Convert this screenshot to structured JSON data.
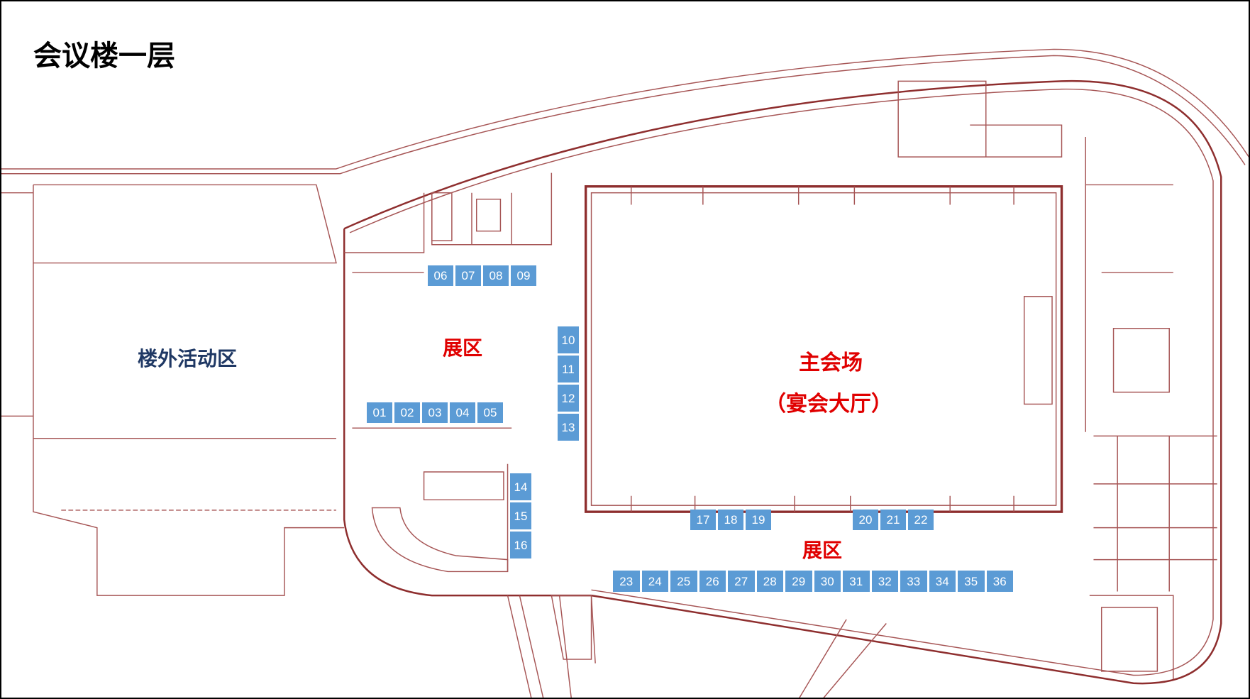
{
  "title": "会议楼一层",
  "zones": {
    "outdoor": "楼外活动区",
    "exhibit_west": "展区",
    "main_hall": "主会场",
    "main_hall_sub": "（宴会大厅）",
    "exhibit_south": "展区"
  },
  "booths": {
    "north_row": [
      "06",
      "07",
      "08",
      "09"
    ],
    "west_row": [
      "01",
      "02",
      "03",
      "04",
      "05"
    ],
    "hall_west_col": [
      "10",
      "11",
      "12",
      "13"
    ],
    "stair_col": [
      "14",
      "15",
      "16"
    ],
    "hall_south_a": [
      "17",
      "18",
      "19"
    ],
    "hall_south_b": [
      "20",
      "21",
      "22"
    ],
    "south_row": [
      "23",
      "24",
      "25",
      "26",
      "27",
      "28",
      "29",
      "30",
      "31",
      "32",
      "33",
      "34",
      "35",
      "36"
    ]
  },
  "colors": {
    "booth": "#5b9bd5",
    "line": "#a04040",
    "zone_red": "#e00000",
    "zone_navy": "#1f3864"
  }
}
